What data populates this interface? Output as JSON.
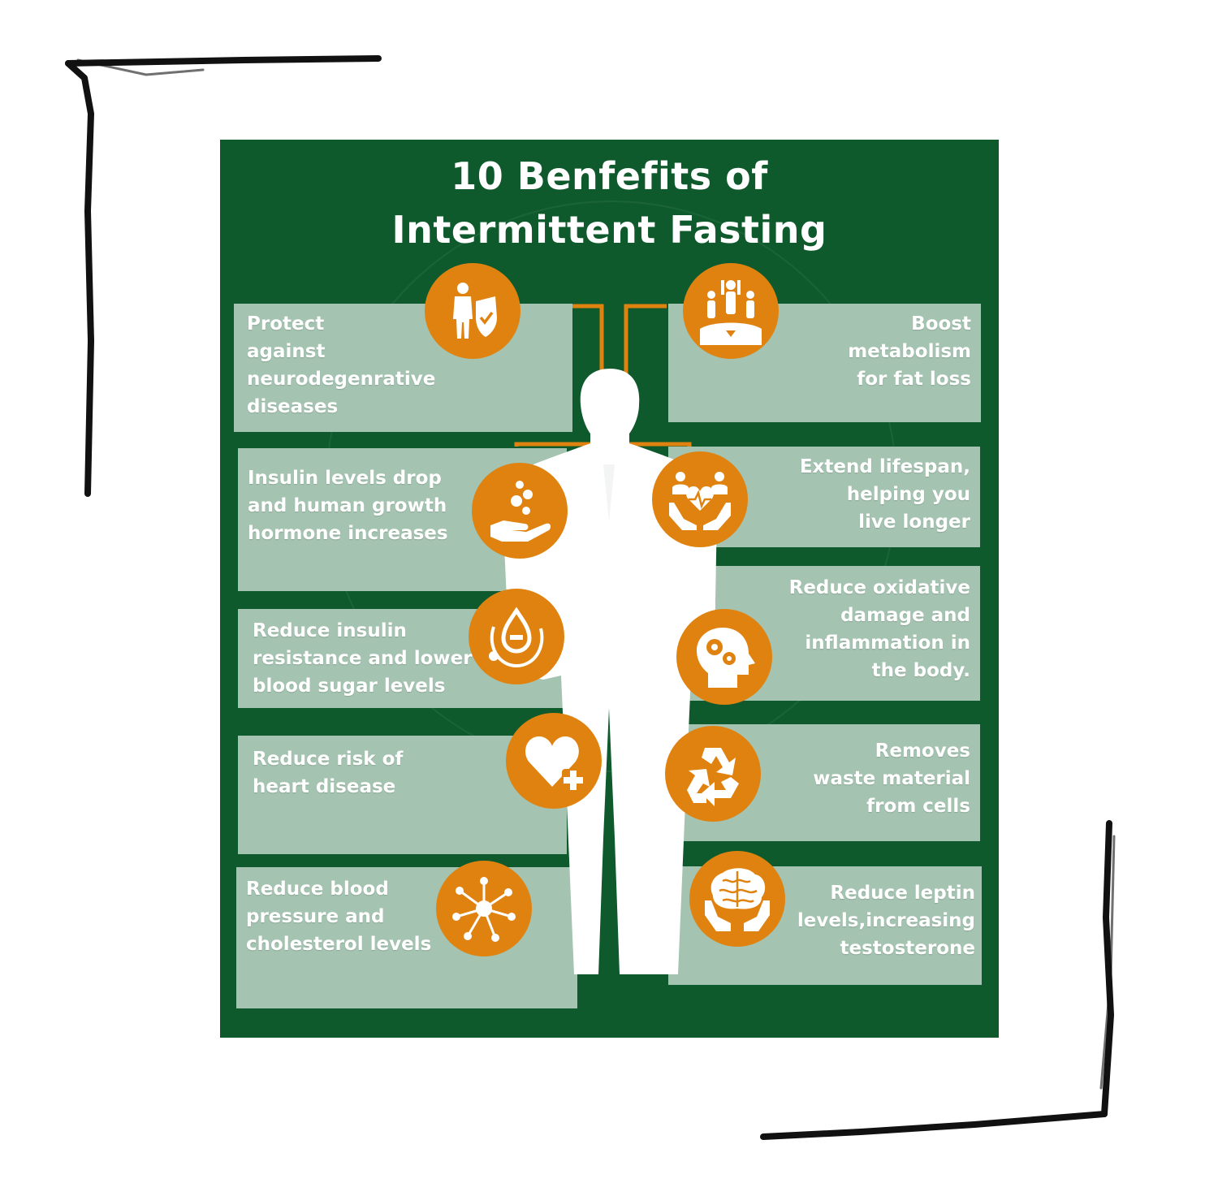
{
  "title": {
    "line1": "10 Benfefits of",
    "line2": "Intermittent Fasting"
  },
  "colors": {
    "background": "#0f5a2d",
    "box": "#a4c3b0",
    "accent": "#e0820f",
    "text": "#ffffff"
  },
  "benefits_left": [
    {
      "lines": [
        "Protect",
        "against",
        "neurodegenrative",
        "diseases"
      ],
      "icon": "person-shield-icon"
    },
    {
      "lines": [
        "Insulin levels drop",
        "and human growth",
        "hormone increases"
      ],
      "icon": "hand-bubbles-icon"
    },
    {
      "lines": [
        "Reduce insulin",
        "resistance and lower",
        "blood sugar levels"
      ],
      "icon": "blood-drop-stethoscope-icon"
    },
    {
      "lines": [
        "Reduce risk of",
        "heart disease"
      ],
      "icon": "heart-plus-icon"
    },
    {
      "lines": [
        "Reduce blood",
        "pressure and",
        "cholesterol levels"
      ],
      "icon": "molecule-network-icon"
    }
  ],
  "benefits_right": [
    {
      "lines": [
        "Boost",
        "metabolism",
        "for fat loss"
      ],
      "icon": "people-raising-arms-icon"
    },
    {
      "lines": [
        "Extend lifespan,",
        "helping you",
        "live longer"
      ],
      "icon": "hands-heart-family-icon"
    },
    {
      "lines": [
        "Reduce oxidative",
        "damage and",
        "inflammation in",
        "the body."
      ],
      "icon": "head-gears-icon"
    },
    {
      "lines": [
        "Removes",
        "waste material",
        "from cells"
      ],
      "icon": "recycle-icon"
    },
    {
      "lines": [
        "Reduce leptin",
        "levels,increasing",
        "testosterone"
      ],
      "icon": "hands-brain-icon"
    }
  ]
}
